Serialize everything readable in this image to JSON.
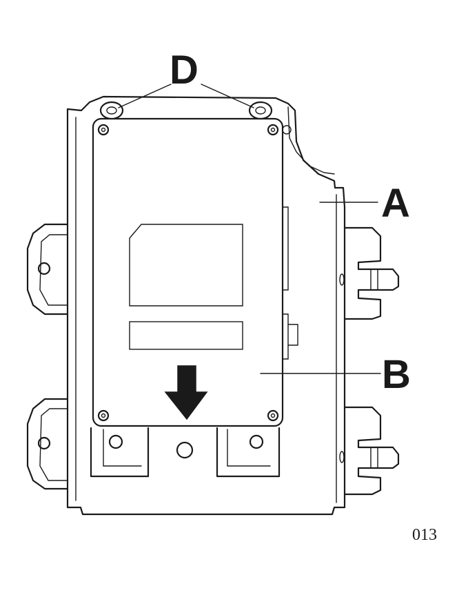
{
  "callouts": {
    "a": "A",
    "b": "B",
    "d": "D"
  },
  "figure_number": "013",
  "colors": {
    "ink": "#1a1a1a",
    "paper": "#ffffff"
  }
}
